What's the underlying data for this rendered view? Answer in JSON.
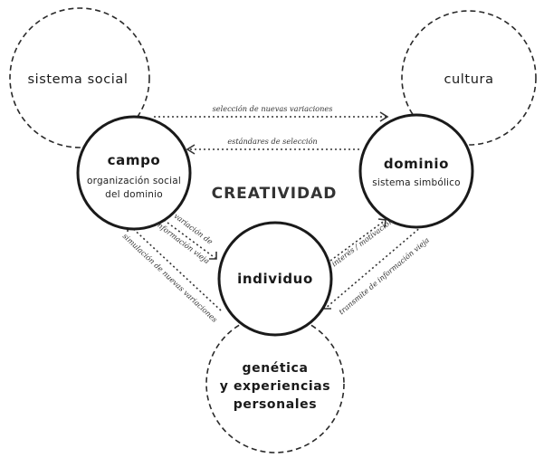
{
  "nodes": {
    "sistema_social": "sistema social",
    "cultura": "cultura",
    "campo": {
      "title": "campo",
      "line1": "organización social",
      "line2": "del dominio"
    },
    "dominio": {
      "title": "dominio",
      "subtitle": "sistema simbólico"
    },
    "individuo": "individuo",
    "genetica": {
      "line1": "genética",
      "line2": "y experiencias",
      "line3": "personales"
    }
  },
  "center_label": "CREATIVIDAD",
  "arrows": {
    "top": "selección de nuevas variaciones",
    "middle": "estándares de selección",
    "campo_individuo_a": "variación de",
    "campo_individuo_b": "información vieja",
    "individuo_campo": "simulación de nuevas variaciones",
    "individuo_dominio": "interés / motivación",
    "dominio_individuo": "transmite de información vieja"
  },
  "colors": {
    "stroke": "#1a1a1a",
    "background": "#ffffff"
  }
}
